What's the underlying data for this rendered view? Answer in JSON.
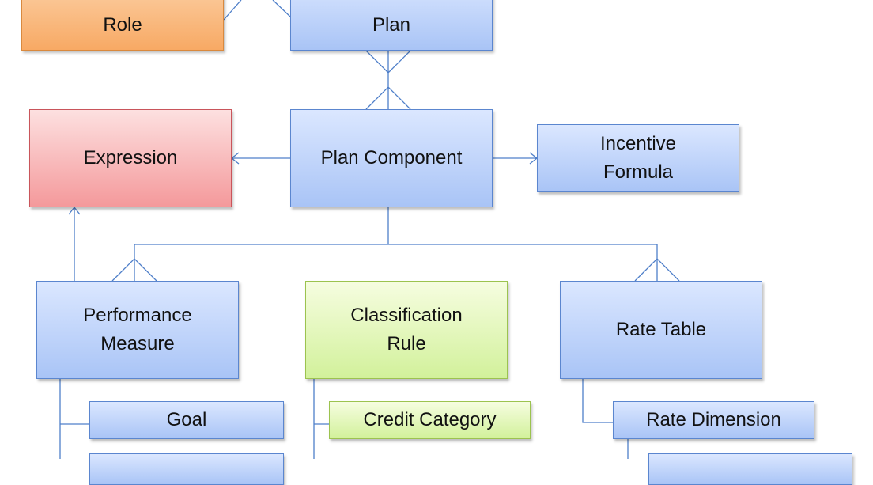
{
  "nodes": {
    "role": "Role",
    "plan": "Plan",
    "plan_component": "Plan Component",
    "expression": "Expression",
    "incentive_formula": "Incentive\nFormula",
    "performance_measure": "Performance\nMeasure",
    "classification_rule": "Classification\nRule",
    "rate_table": "Rate Table",
    "goal": "Goal",
    "credit_category": "Credit Category",
    "rate_dimension": "Rate Dimension"
  },
  "colors": {
    "connector": "#4f7fc9",
    "blue_fill": "#a9c4f6",
    "orange_fill": "#f8a964",
    "red_fill": "#f4999b",
    "green_fill": "#d2f19b"
  }
}
